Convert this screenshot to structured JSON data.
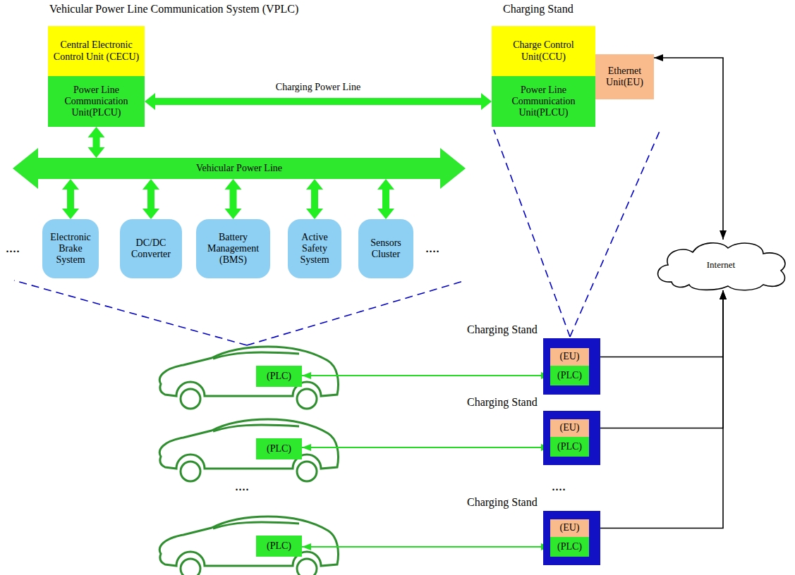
{
  "diagram": {
    "title": "Vehicular Power Line Communication System (VPLC)",
    "nodes": [
      {
        "text": [
          "Central Electronic Control Unit (CECU)"
        ]
      },
      {
        "text": [
          "Power Line Communication Unit(PLCU)"
        ]
      },
      {
        "text": [
          "Charge Control Unit(CCU)"
        ]
      },
      {
        "text": [
          "Power Line Communication Unit(PLCU)"
        ]
      },
      {
        "text": [
          "Ethernet Unit(EU)"
        ]
      },
      {
        "text": [
          "Vehicular Power Line"
        ]
      },
      {
        "text": [
          "Electronic Brake System"
        ]
      },
      {
        "text": [
          "DC/DC Converter"
        ]
      },
      {
        "text": [
          "Battery Management (BMS)"
        ]
      },
      {
        "text": [
          "Active Safety System"
        ]
      },
      {
        "text": [
          "Sensors Cluster"
        ]
      },
      {
        "text": [
          "Internet"
        ]
      },
      {
        "text": [
          "(PLC)"
        ]
      },
      {
        "text": [
          "Charging Stand"
        ]
      },
      {
        "text": [
          "(EU)"
        ],
        "in": 13
      },
      {
        "text": [
          "(PLC)"
        ],
        "in": 13
      },
      {
        "text": [
          "(PLC)"
        ]
      },
      {
        "text": [
          "Charging Stand"
        ]
      },
      {
        "text": [
          "(EU)"
        ],
        "in": 17
      },
      {
        "text": [
          "(PLC)"
        ],
        "in": 17
      },
      {
        "text": [
          "(PLC)"
        ]
      },
      {
        "text": [
          "Charging Stand"
        ]
      },
      {
        "text": [
          "(EU)"
        ],
        "in": 21
      },
      {
        "text": [
          "(PLC)"
        ],
        "in": 21
      }
    ],
    "edges": [
      {
        "from": 1,
        "to": 3,
        "arrow": "both",
        "label": "Charging Power Line"
      },
      {
        "from": 1,
        "to": 5,
        "arrow": "both"
      },
      {
        "from": 5,
        "to": 6,
        "arrow": "both"
      },
      {
        "from": 5,
        "to": 7,
        "arrow": "both"
      },
      {
        "from": 5,
        "to": 8,
        "arrow": "both"
      },
      {
        "from": 5,
        "to": 9,
        "arrow": "both"
      },
      {
        "from": 5,
        "to": 10,
        "arrow": "both"
      },
      {
        "from": 4,
        "to": 11,
        "arrow": "both"
      },
      {
        "from": 12,
        "to": 15,
        "arrow": "both"
      },
      {
        "from": 14,
        "to": 11,
        "arrow": "both"
      },
      {
        "from": 16,
        "to": 19,
        "arrow": "both"
      },
      {
        "from": 18,
        "to": 11,
        "arrow": "both"
      },
      {
        "from": 20,
        "to": 23,
        "arrow": "both"
      },
      {
        "from": 22,
        "to": 11,
        "arrow": "both"
      }
    ],
    "labels": [
      "Charging Stand",
      "....",
      "....",
      "....",
      "...."
    ]
  }
}
